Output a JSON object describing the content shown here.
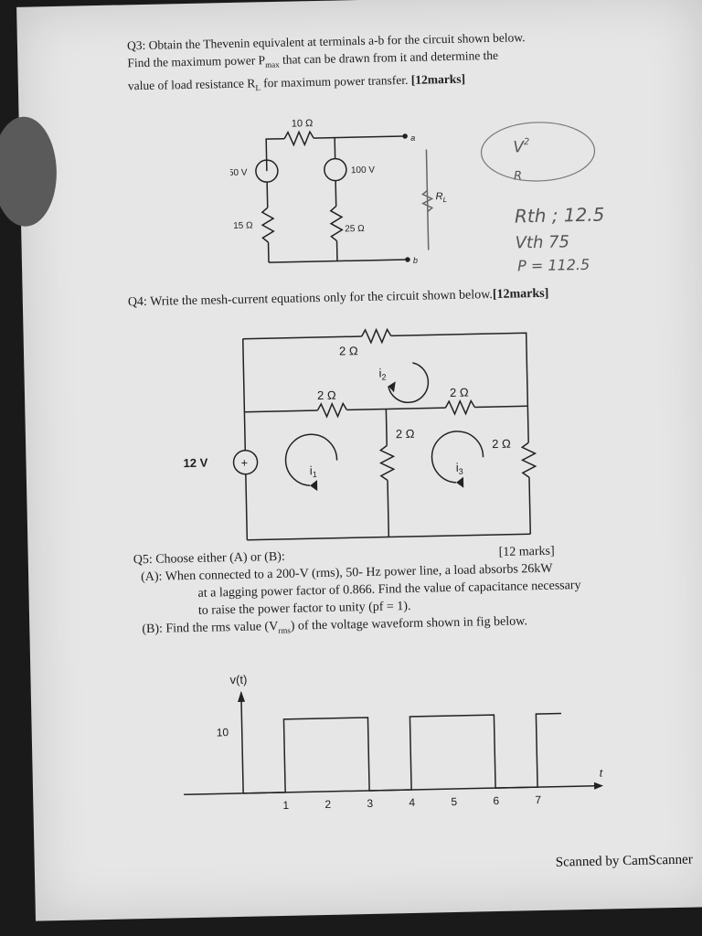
{
  "q3": {
    "line1": "Q3: Obtain the Thevenin equivalent at terminals a-b for the circuit shown below.",
    "line2": "Find the maximum power P",
    "line2_sub": "max",
    "line2_rest": " that can be drawn from it and determine the",
    "line3": "value of load resistance R",
    "line3_sub": "L",
    "line3_rest": " for maximum power transfer.",
    "marks": "[12marks]"
  },
  "q3_circuit": {
    "r_top": "10 Ω",
    "v1": "50 V",
    "v2": "100 V",
    "r_left": "15 Ω",
    "r_mid": "25 Ω",
    "rl": "R",
    "rl_sub": "L",
    "term_a": "a",
    "term_b": "b"
  },
  "q4": {
    "text": "Q4: Write the mesh-current equations only for the circuit shown below.",
    "marks": "[12marks]"
  },
  "q4_circuit": {
    "r_top": "2 Ω",
    "r_mid_left": "2 Ω",
    "r_mid_right": "2 Ω",
    "r_center": "2 Ω",
    "r_right": "2 Ω",
    "source": "12 V",
    "plus": "+",
    "i1": "i",
    "i1_sub": "1",
    "i2": "i",
    "i2_sub": "2",
    "i3": "i",
    "i3_sub": "3"
  },
  "q5": {
    "title": "Q5: Choose either (A) or (B):",
    "marks": "[12 marks]",
    "a1": "(A): When connected to a 200-V (rms), 50- Hz power line,  a load absorbs 26kW",
    "a2": "at a lagging power factor of  0.866. Find the value of capacitance necessary",
    "a3": "to raise the power factor to unity (pf = 1).",
    "b1": "(B):  Find the rms value (V",
    "b1_sub": "rms",
    "b1_rest": ") of the voltage waveform shown in fig below."
  },
  "waveform": {
    "ylabel": "v(t)",
    "y_tick": "10",
    "xlabel": "t",
    "x_ticks": [
      "1",
      "2",
      "3",
      "4",
      "5",
      "6",
      "7"
    ]
  },
  "handwriting": {
    "h1": "V",
    "h1_sup": "2",
    "h2": "R",
    "h3": "Rth ; 12.5",
    "h4": "Vth 75",
    "h5": "P = 112.5"
  },
  "footer": "Scanned by CamScanner"
}
